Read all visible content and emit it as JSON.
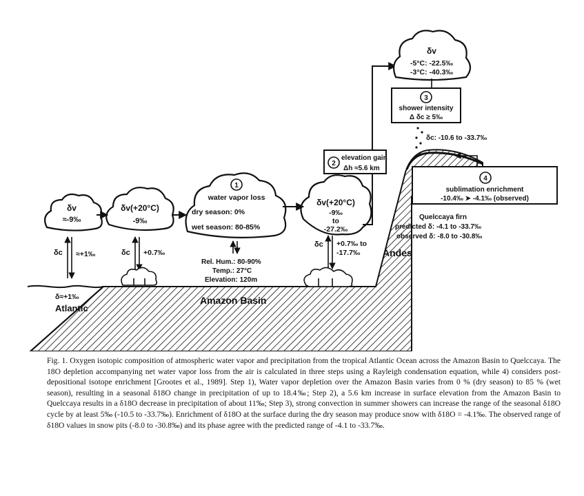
{
  "labels": {
    "cloud1_line1": "δv",
    "cloud1_line2": "≈-9‰",
    "cloud2_line1": "δv(+20°C)",
    "cloud2_line2": "-9‰",
    "step1_num": "1",
    "step1_title": "water vapor loss",
    "step1_dry": "dry season: 0%",
    "step1_wet": "wet season: 80-85%",
    "cloud4_line1": "δv(+20°C)",
    "cloud4_line2": "-9‰",
    "cloud4_line3": "to",
    "cloud4_line4": "-27.2‰",
    "top_cloud_line1": "δv",
    "top_cloud_line2": "-5°C: -22.5‰",
    "top_cloud_line3": "-3°C: -40.3‰",
    "step3_num": "3",
    "step3_title": "shower intensity",
    "step3_delta": "Δ δc ≥ 5‰",
    "step2_num": "2",
    "step2_title": "elevation gain",
    "step2_delta": "Δh ≈5.6 km",
    "snow_range": "δc: -10.6 to -33.7‰",
    "step4_num": "4",
    "step4_title": "sublimation enrichment",
    "step4_values": "-10.4‰ ➤ -4.1‰ (observed)",
    "firn_label": "Quelccaya firn",
    "predicted": "predicted δ: -4.1 to -33.7‰",
    "observed": "observed δ: -8.0 to -30.8‰",
    "andes": "Andes",
    "atlantic_delta_c": "δc",
    "atlantic_flux": "≈+1‰",
    "atlantic_sea": "δ≈+1‰",
    "atlantic": "Atlantic",
    "forest1_delta_c": "δc",
    "forest1_flux": "+0.7‰",
    "basin_hum": "Rel. Hum.: 80-90%",
    "basin_temp": "Temp.: 27°C",
    "basin_elev": "Elevation: 120m",
    "forest2_delta_c": "δc",
    "forest2_flux1": "+0.7‰ to",
    "forest2_flux2": "-17.7‰",
    "amazon_basin": "Amazon Basin"
  },
  "caption": "Fig. 1. Oxygen isotopic composition of atmospheric water vapor and precipitation from the tropical Atlantic Ocean across the Amazon Basin to Quelccaya. The 18O depletion accompanying net water vapor loss from the air is calculated in three steps using a Rayleigh condensation equation, while 4) considers post-depositional isotope enrichment [Grootes et al., 1989]. Step 1), Water vapor depletion over the Amazon Basin varies from 0 % (dry season) to 85 % (wet season), resulting in a seasonal δ18O change in precipitation of up to 18.4‰; Step 2), a 5.6 km increase in surface elevation from the Amazon Basin to Quelccaya results in a δ18O decrease in precipitation of about 11‰; Step 3), strong convection in summer showers can increase the range of the seasonal δ18O cycle by at least 5‰ (-10.5 to -33.7‰). Enrichment of δ18O at the surface during the dry season may produce snow with δ18O = -4.1‰. The observed range of δ18O values in snow pits (-8.0 to -30.8‰) and its phase agree with the predicted range of -4.1 to -33.7‰."
}
